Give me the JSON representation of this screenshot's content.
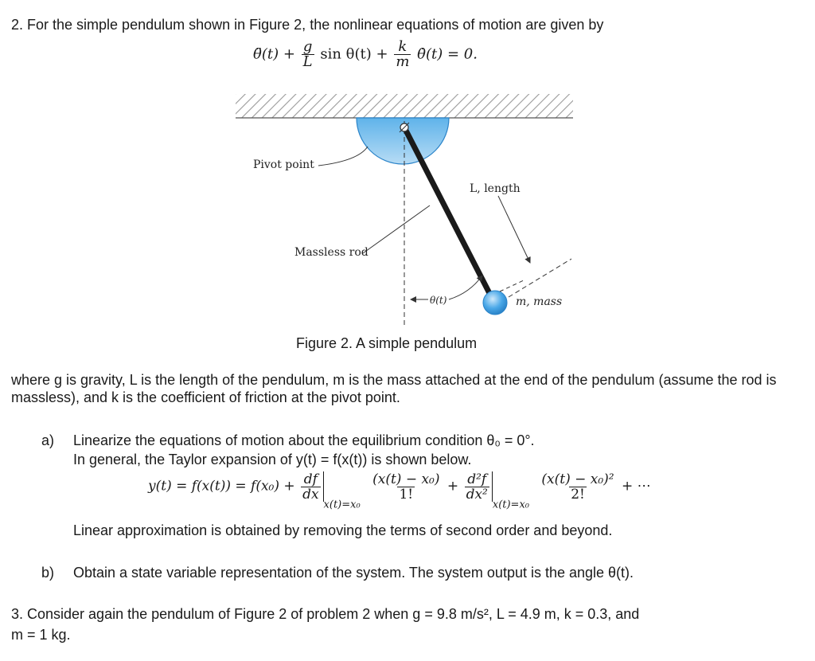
{
  "problem2": {
    "intro": "2. For the simple pendulum shown in Figure 2, the nonlinear equations of motion are given by",
    "equation": {
      "theta_ddot": "θ̈(t) +",
      "g": "g",
      "L": "L",
      "sin_term": "sin θ(t) +",
      "k": "k",
      "m": "m",
      "theta_dot_term": "θ̇(t) = 0."
    }
  },
  "figure": {
    "labels": {
      "pivot": "Pivot point",
      "length": "L, length",
      "rod": "Massless rod",
      "angle": "θ(t)",
      "mass": "m, mass"
    },
    "caption": "Figure 2. A simple pendulum",
    "colors": {
      "mass_fill": "#4aa8e8",
      "pivot_fill": "#7cc3ee",
      "rod": "#1a1a1a",
      "hatch": "#9a9a9a"
    }
  },
  "where_paragraph": "where g is gravity, L is the length of the pendulum, m is the mass attached at the end of the pendulum (assume the rod is massless), and k is the coefficient of friction at the pivot point.",
  "part_a": {
    "marker": "a)",
    "line1": "Linearize the equations of motion about the equilibrium condition θ₀ = 0°.",
    "line2": "In general, the Taylor expansion of y(t) = f(x(t)) is shown below.",
    "taylor": {
      "lhs": "y(t) = f(x(t)) = f(x₀) +",
      "df": "df",
      "dx": "dx",
      "eval": "x(t)=x₀",
      "num1": "(x(t) − x₀)",
      "fact1": "1!",
      "plus": "+",
      "d2f": "d²f",
      "dx2": "dx²",
      "num2": "(x(t) − x₀)²",
      "fact2": "2!",
      "tail": "+ ⋯"
    },
    "line3": "Linear approximation is obtained by removing the terms of second order and beyond."
  },
  "part_b": {
    "marker": "b)",
    "text": "Obtain a state variable representation of the system. The system output is the angle θ(t)."
  },
  "problem3": {
    "line1": "3. Consider again the pendulum of Figure 2 of problem 2 when g = 9.8 m/s², L = 4.9 m, k = 0.3, and",
    "line2": "m = 1 kg."
  }
}
